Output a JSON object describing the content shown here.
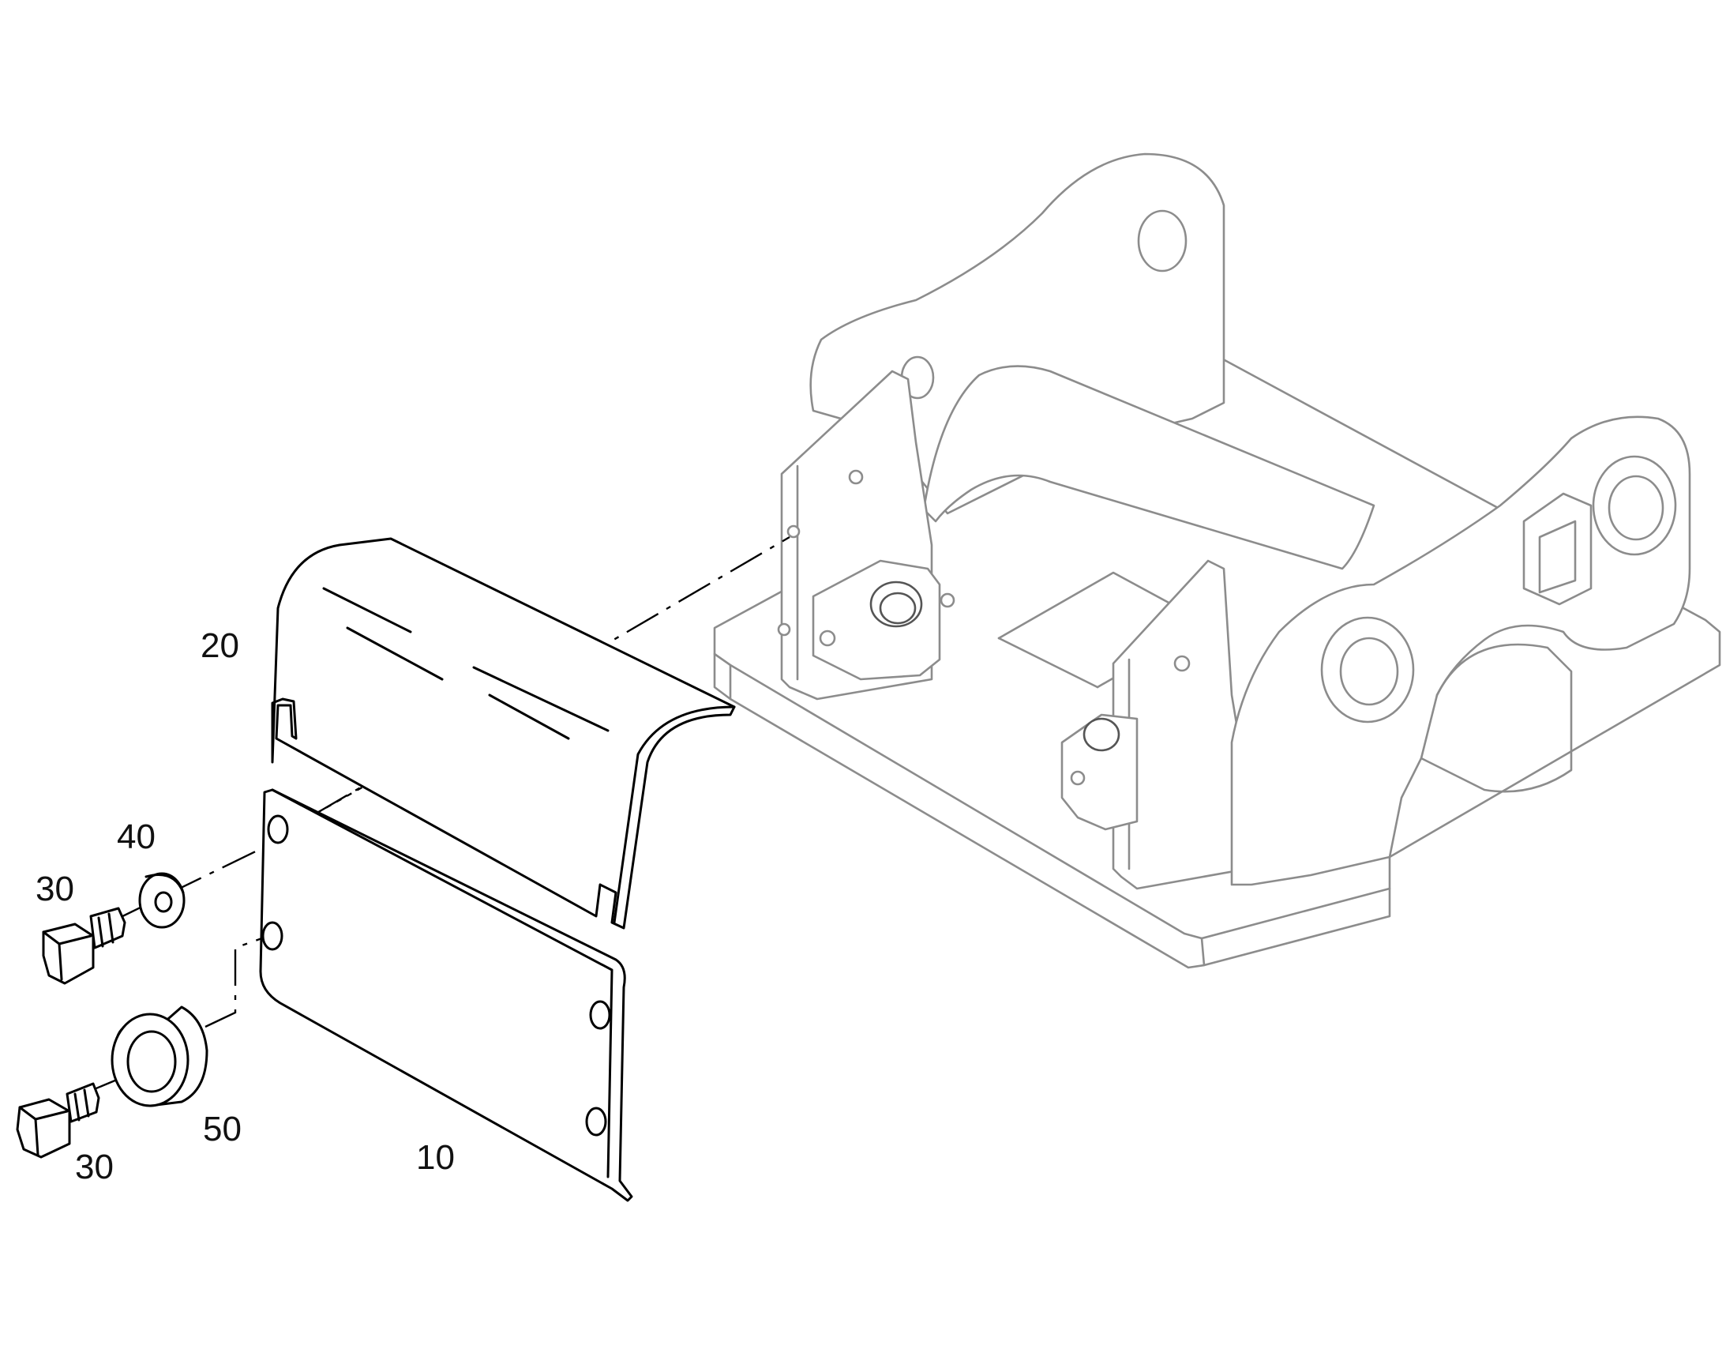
{
  "callouts": {
    "label_10": "10",
    "label_20": "20",
    "label_30_upper": "30",
    "label_30_lower": "30",
    "label_40": "40",
    "label_50": "50"
  },
  "colors": {
    "parts": "#000000",
    "background_assembly": "#8c8c8c",
    "background": "#ffffff"
  }
}
